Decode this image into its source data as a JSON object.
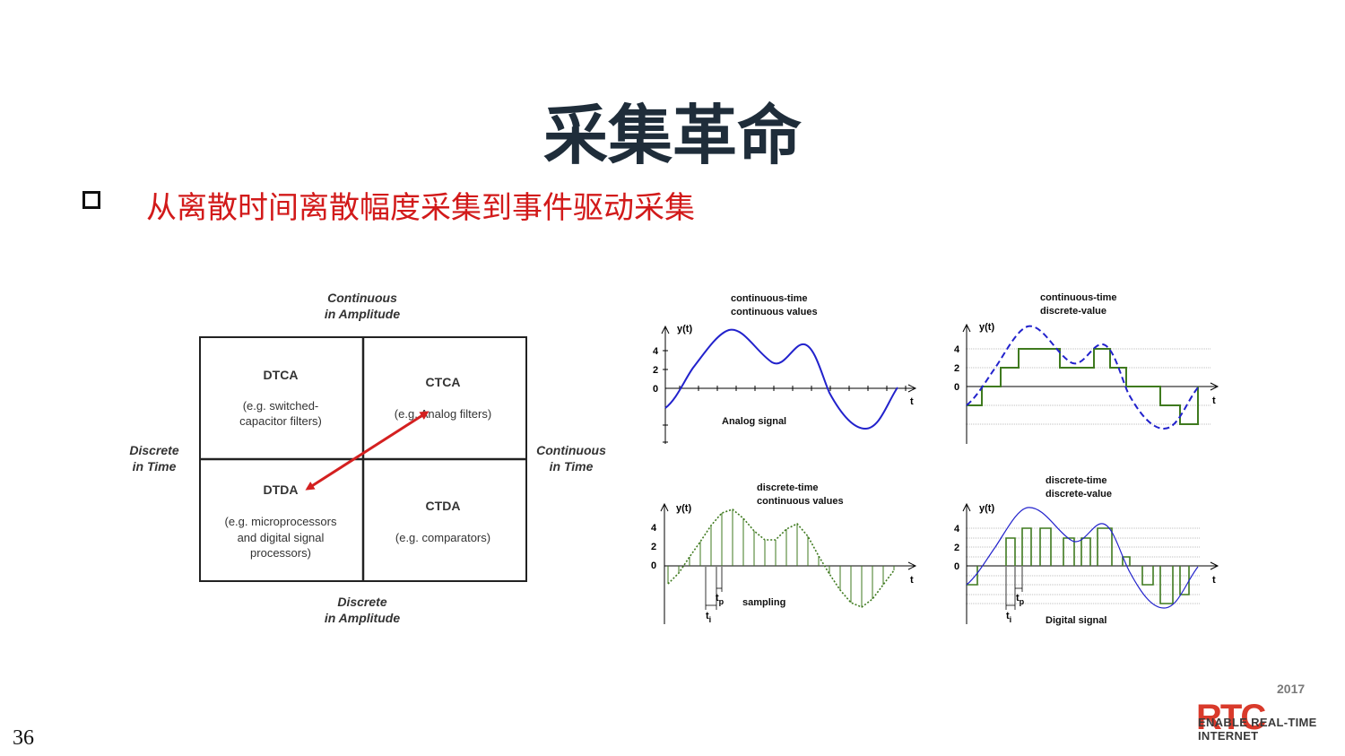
{
  "slide": {
    "title": "采集革命",
    "bullet": "从离散时间离散幅度采集到事件驱动采集",
    "page_number": "36"
  },
  "quadrant": {
    "top_label_1": "Continuous",
    "top_label_2": "in Amplitude",
    "bottom_label_1": "Discrete",
    "bottom_label_2": "in Amplitude",
    "left_label_1": "Discrete",
    "left_label_2": "in Time",
    "right_label_1": "Continuous",
    "right_label_2": "in Time",
    "cells": {
      "tl_title": "DTCA",
      "tl_desc_1": "(e.g. switched-",
      "tl_desc_2": "capacitor filters)",
      "tr_title": "CTCA",
      "tr_desc_1": "(e.g. Analog filters)",
      "bl_title": "DTDA",
      "bl_desc_1": "(e.g. microprocessors",
      "bl_desc_2": "and digital signal",
      "bl_desc_3": "processors)",
      "br_title": "CTDA",
      "br_desc_1": "(e.g. comparators)"
    },
    "arrow_color": "#d42020"
  },
  "plots": {
    "p1": {
      "head_1": "continuous-time",
      "head_2": "continuous values",
      "ylabel": "y(t)",
      "xlabel": "t",
      "ticks": [
        "4",
        "2",
        "0"
      ],
      "caption": "Analog signal"
    },
    "p2": {
      "head_1": "continuous-time",
      "head_2": "discrete-value",
      "ylabel": "y(t)",
      "xlabel": "t",
      "ticks": [
        "4",
        "2",
        "0"
      ]
    },
    "p3": {
      "head_1": "discrete-time",
      "head_2": "continuous values",
      "ylabel": "y(t)",
      "xlabel": "t",
      "ticks": [
        "4",
        "2",
        "0"
      ],
      "caption": "sampling",
      "tp": "t",
      "tp_sub": "p",
      "ti": "t",
      "ti_sub": "i"
    },
    "p4": {
      "head_1": "discrete-time",
      "head_2": "discrete-value",
      "ylabel": "y(t)",
      "xlabel": "t",
      "ticks": [
        "4",
        "2",
        "0"
      ],
      "caption": "Digital signal",
      "tp": "t",
      "tp_sub": "p",
      "ti": "t",
      "ti_sub": "i"
    },
    "colors": {
      "analog": "#2222cc",
      "digital": "#3f7a1f"
    }
  },
  "logo": {
    "letters": "RTC",
    "year": "2017",
    "tagline_1": "ENABLE REAL-TIME",
    "tagline_2": "INTERNET"
  }
}
